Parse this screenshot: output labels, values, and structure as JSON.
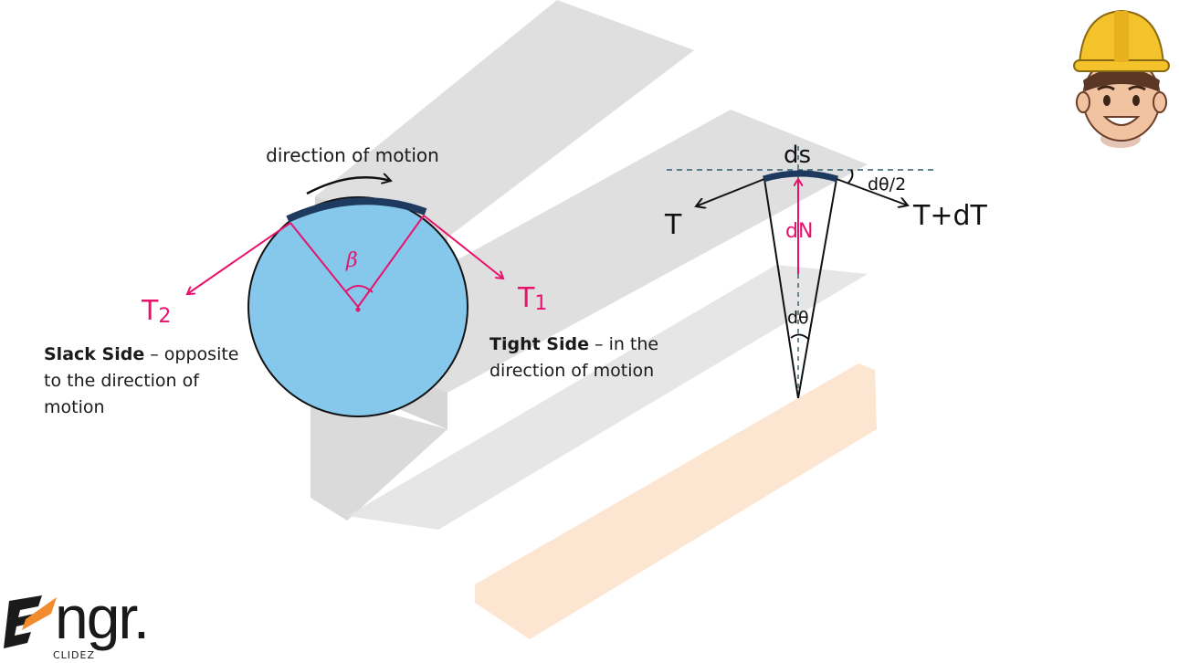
{
  "left_diagram": {
    "motion_label": "direction of motion",
    "angle_label": "β",
    "tension_left": "T",
    "tension_left_sub": "2",
    "tension_right": "T",
    "tension_right_sub": "1",
    "slack_title": "Slack Side",
    "slack_rest_1": " – opposite",
    "slack_rest_2": "to the direction of",
    "slack_rest_3": "motion",
    "tight_title": "Tight Side",
    "tight_rest_1": " – in the",
    "tight_rest_2": "direction of motion"
  },
  "right_diagram": {
    "ds_label": "ds",
    "half_angle_label": "dθ/2",
    "tension_left": "T",
    "tension_right": "T+dT",
    "normal_label": "dN",
    "angle_label": "dθ"
  },
  "logo": {
    "wordmark": "ngr.",
    "subtitle": "CLIDEZ"
  },
  "colors": {
    "pulley_fill": "#85c8ec",
    "belt": "#1f3a5f",
    "tension": "#e8116b",
    "watermark_gray": "#dcdcdc",
    "watermark_orange": "#fde3cc",
    "helmet": "#f4c22b"
  },
  "icons": {
    "mascot": "engineer-mascot-icon",
    "logo_mark": "engr-logo-mark-icon"
  }
}
